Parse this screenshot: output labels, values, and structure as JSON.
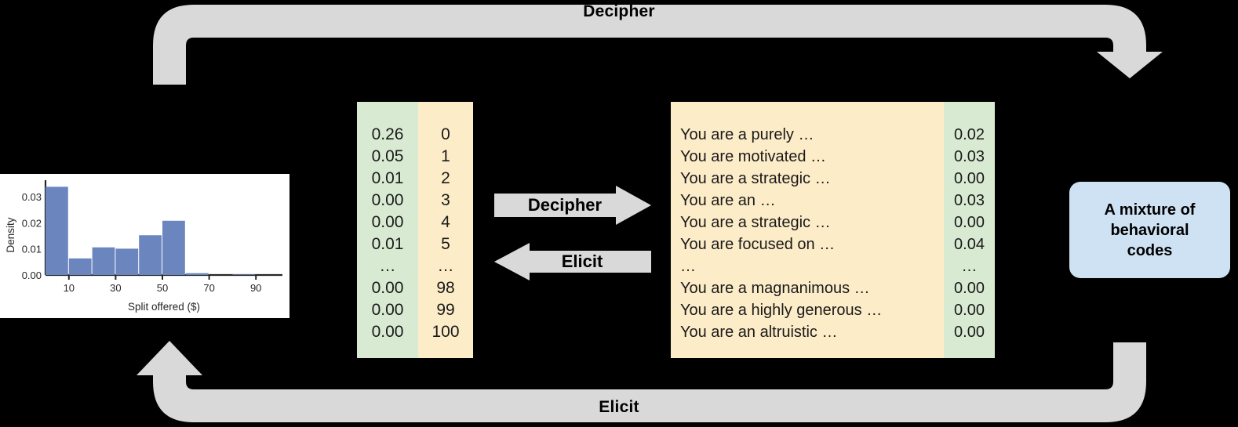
{
  "cycle": {
    "top_arrow_label": "Decipher",
    "bottom_arrow_label": "Elicit",
    "arrow_color": "#d9d9d9"
  },
  "middle_arrows": {
    "forward_label": "Decipher",
    "backward_label": "Elicit",
    "color": "#d9d9d9"
  },
  "numeric_table": {
    "prob_header": "",
    "index_header": "",
    "prob_bg": "#d9ead3",
    "index_bg": "#fdecc8",
    "rows": [
      {
        "prob": "0.26",
        "index": "0"
      },
      {
        "prob": "0.05",
        "index": "1"
      },
      {
        "prob": "0.01",
        "index": "2"
      },
      {
        "prob": "0.00",
        "index": "3"
      },
      {
        "prob": "0.00",
        "index": "4"
      },
      {
        "prob": "0.01",
        "index": "5"
      },
      {
        "prob": "…",
        "index": "…"
      },
      {
        "prob": "0.00",
        "index": "98"
      },
      {
        "prob": "0.00",
        "index": "99"
      },
      {
        "prob": "0.00",
        "index": "100"
      }
    ]
  },
  "prompt_table": {
    "text_bg": "#fdecc8",
    "prob_bg": "#d9ead3",
    "rows": [
      {
        "text": "You are a purely …",
        "prob": "0.02"
      },
      {
        "text": "You are motivated …",
        "prob": "0.03"
      },
      {
        "text": "You are a strategic …",
        "prob": "0.00"
      },
      {
        "text": "You are an …",
        "prob": "0.03"
      },
      {
        "text": "You are a strategic …",
        "prob": "0.00"
      },
      {
        "text": "You are focused on …",
        "prob": "0.04"
      },
      {
        "text": "…",
        "prob": "…"
      },
      {
        "text": "You are a magnanimous …",
        "prob": "0.00"
      },
      {
        "text": "You are a highly generous …",
        "prob": "0.00"
      },
      {
        "text": "You are an altruistic …",
        "prob": "0.00"
      }
    ]
  },
  "mixture_box": {
    "label": "A mixture of\nbehavioral\ncodes",
    "bg": "#cfe2f3"
  },
  "chart_data": {
    "type": "bar",
    "title": "",
    "xlabel": "Split offered ($)",
    "ylabel": "Density",
    "bar_color": "#6b85bf",
    "grid": false,
    "legend": null,
    "xlim": [
      0,
      100
    ],
    "ylim": [
      0,
      0.036
    ],
    "xticks": [
      10,
      30,
      50,
      70,
      90
    ],
    "xtick_labels": [
      "10",
      "30",
      "50",
      "70",
      "90"
    ],
    "yticks": [
      0.0,
      0.01,
      0.02,
      0.03
    ],
    "ytick_labels": [
      "0.00",
      "0.01",
      "0.02",
      "0.03"
    ],
    "bin_edges": [
      0,
      10,
      20,
      30,
      40,
      50,
      60,
      70,
      80,
      90,
      100
    ],
    "categories": [
      "0-10",
      "10-20",
      "20-30",
      "30-40",
      "40-50",
      "50-60",
      "60-70",
      "70-80",
      "80-90",
      "90-100"
    ],
    "values": [
      0.0335,
      0.0063,
      0.0105,
      0.01,
      0.0151,
      0.0206,
      0.0007,
      0.0,
      0.0002,
      0.0
    ]
  }
}
